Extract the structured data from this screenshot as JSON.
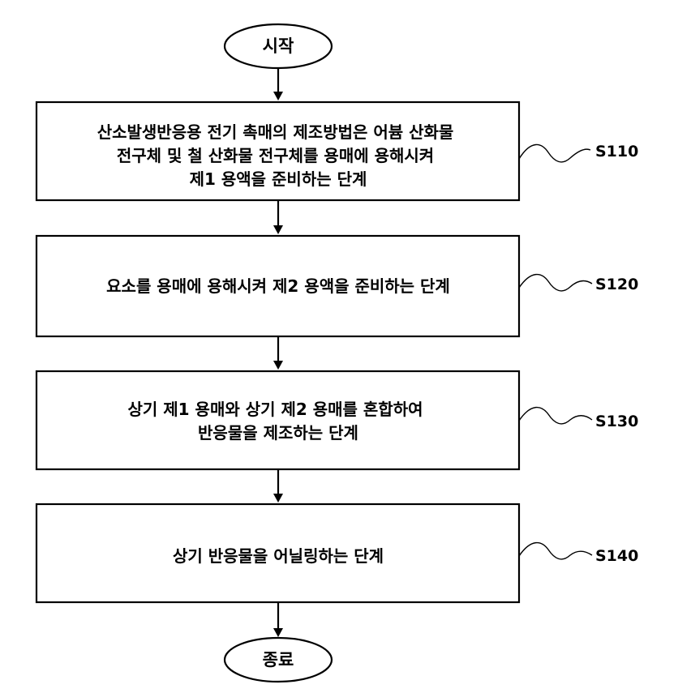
{
  "start": {
    "label": "시작"
  },
  "end": {
    "label": "종료"
  },
  "steps": [
    {
      "id": "S110",
      "label": "S110",
      "lines": [
        "산소발생반응용 전기 촉매의 제조방법은 어븀 산화물",
        "전구체 및 철 산화물 전구체를 용매에 용해시켜",
        "제1 용액을 준비하는 단계"
      ]
    },
    {
      "id": "S120",
      "label": "S120",
      "lines": [
        "요소를 용매에 용해시켜 제2 용액을 준비하는 단계"
      ]
    },
    {
      "id": "S130",
      "label": "S130",
      "lines": [
        "상기 제1 용매와 상기 제2 용매를 혼합하여",
        "반응물을 제조하는 단계"
      ]
    },
    {
      "id": "S140",
      "label": "S140",
      "lines": [
        "상기 반응물을 어닐링하는 단계"
      ]
    }
  ]
}
